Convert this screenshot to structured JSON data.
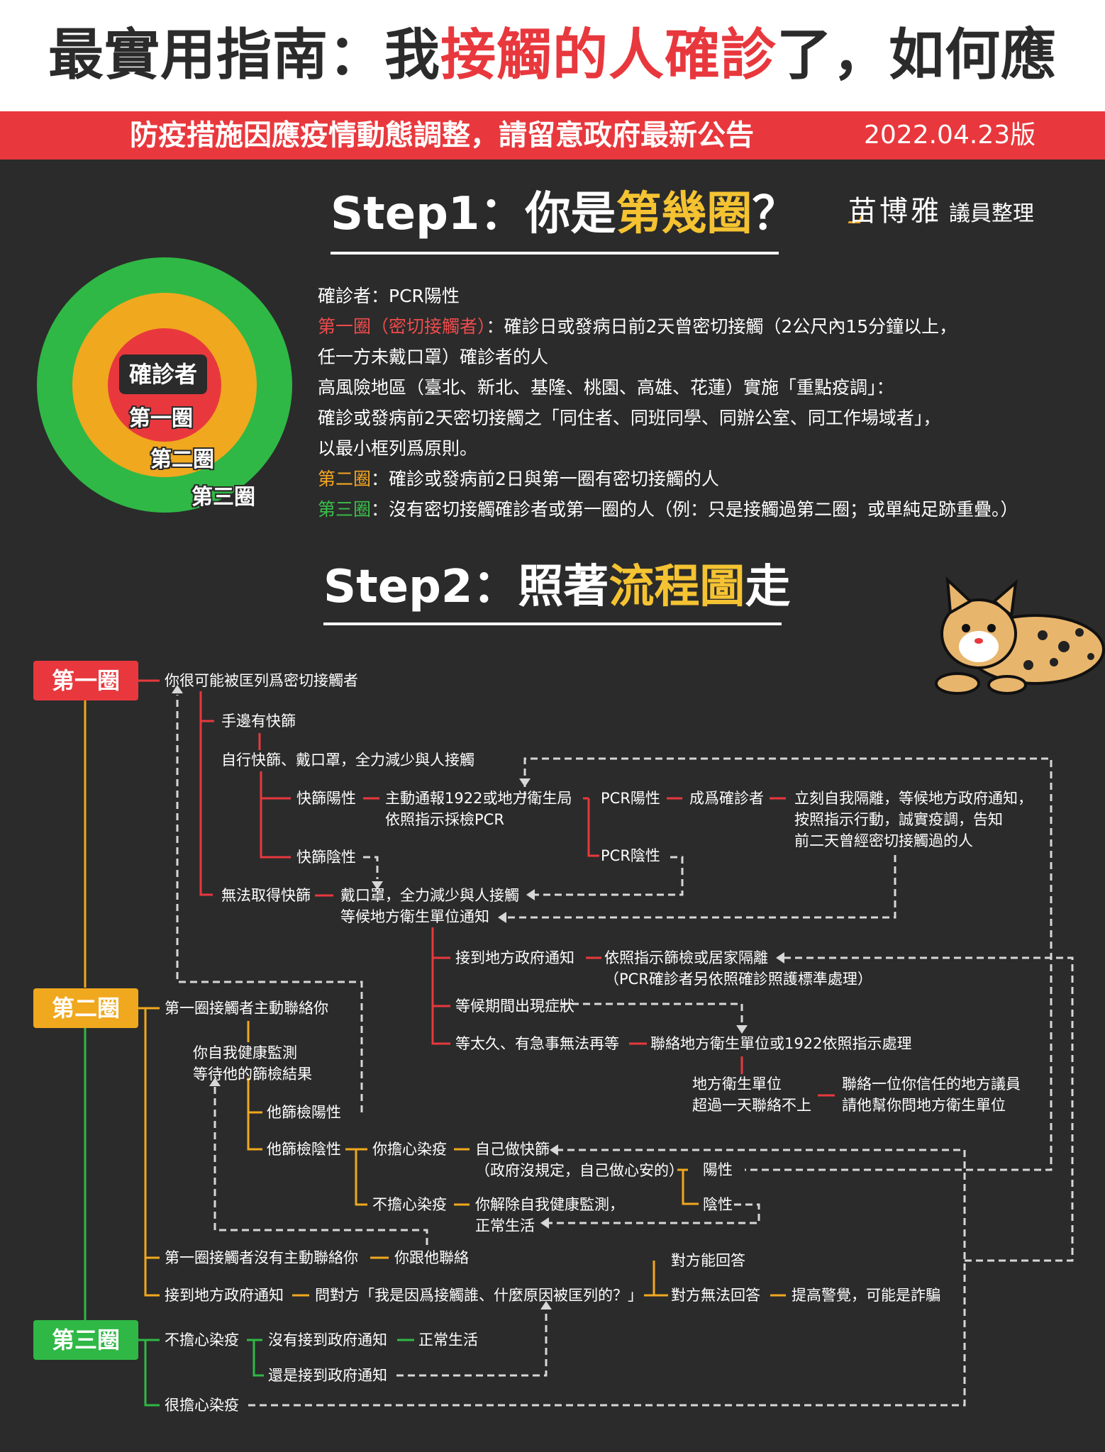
{
  "header": {
    "title_part1": "最實用指南：我",
    "title_highlight": "接觸的人確診",
    "title_part2": "了，如何應變？"
  },
  "banner": {
    "text": "防疫措施因應疫情動態調整，請留意政府最新公告",
    "version": "2022.04.23版"
  },
  "step1": {
    "prefix": "Step1：你是",
    "highlight": "第幾圈",
    "suffix": "？",
    "curator_name": "苗博雅",
    "curator_role": "議員整理"
  },
  "rings": {
    "center": "確診者",
    "ring1": "第一圈",
    "ring2": "第二圈",
    "ring3": "第三圈",
    "colors": {
      "center": "#e8383d",
      "ring1": "#e8383d",
      "ring2": "#f0a81e",
      "ring3": "#2fb845"
    }
  },
  "definitions": {
    "line1": "確診者：PCR陽性",
    "line2_label": "第一圈（密切接觸者）",
    "line2_text": "：確診日或發病日前2天曾密切接觸（2公尺內15分鐘以上，",
    "line3": "任一方未戴口罩）確診者的人",
    "line4": "高風險地區（臺北、新北、基隆、桃園、高雄、花蓮）實施「重點疫調」：",
    "line5": "確診或發病前2天密切接觸之「同住者、同班同學、同辦公室、同工作場域者」，",
    "line6": "以最小框列爲原則。",
    "line7_label": "第二圈",
    "line7_text": "：確診或發病前2日與第一圈有密切接觸的人",
    "line8_label": "第三圈",
    "line8_text": "：沒有密切接觸確診者或第一圈的人（例：只是接觸過第二圈；或單純足跡重疊。）"
  },
  "step2": {
    "prefix": "Step2：照著",
    "highlight": "流程圖",
    "suffix": "走"
  },
  "flow": {
    "tag1": "第一圈",
    "tag2": "第二圈",
    "tag3": "第三圈",
    "tag_colors": {
      "tag1": "#e8383d",
      "tag2": "#f0a81e",
      "tag3": "#2fb845"
    },
    "c1_likely": "你很可能被匡列爲密切接觸者",
    "c1_has_test": "手邊有快篩",
    "c1_self_test": "自行快篩、戴口罩，全力減少與人接觸",
    "c1_rapid_pos": "快篩陽性",
    "c1_report_1": "主動通報1922或地方衛生局",
    "c1_report_2": "依照指示採檢PCR",
    "c1_pcr_pos": "PCR陽性",
    "c1_become_case": "成爲確診者",
    "c1_isolate_1": "立刻自我隔離，等候地方政府通知，",
    "c1_isolate_2": "按照指示行動，誠實疫調，告知",
    "c1_isolate_3": "前二天曾經密切接觸過的人",
    "c1_pcr_neg": "PCR陰性",
    "c1_rapid_neg": "快篩陰性",
    "c1_no_test": "無法取得快篩",
    "c1_mask_1": "戴口罩，全力減少與人接觸",
    "c1_mask_2": "等候地方衛生單位通知",
    "c1_gov_notice": "接到地方政府通知",
    "c1_follow_1": "依照指示篩檢或居家隔離",
    "c1_follow_2": "（PCR確診者另依照確診照護標準處理）",
    "c1_symptoms": "等候期間出現症狀",
    "c1_waited": "等太久、有急事無法再等",
    "c1_contact_unit": "聯絡地方衛生單位或1922依照指示處理",
    "c1_unit_late_1": "地方衛生單位",
    "c1_unit_late_2": "超過一天聯絡不上",
    "c1_councilor_1": "聯絡一位你信任的地方議員",
    "c1_councilor_2": "請他幫你問地方衛生單位",
    "c2_contacted": "第一圈接觸者主動聯絡你",
    "c2_monitor_1": "你自我健康監測",
    "c2_monitor_2": "等待他的篩檢結果",
    "c2_their_pos": "他篩檢陽性",
    "c2_their_neg": "他篩檢陰性",
    "c2_worried": "你擔心染疫",
    "c2_self_test_1": "自己做快篩",
    "c2_self_test_2": "（政府沒規定，自己做心安的）",
    "c2_pos": "陽性",
    "c2_neg": "陰性",
    "c2_not_worried": "不擔心染疫",
    "c2_release_1": "你解除自我健康監測，",
    "c2_release_2": "正常生活",
    "c2_not_contacted": "第一圈接觸者沒有主動聯絡你",
    "c2_contact_them": "你跟他聯絡",
    "c2_gov_notice": "接到地方政府通知",
    "c2_ask": "問對方「我是因爲接觸誰、什麼原因被匡列的？」",
    "c2_can_answer": "對方能回答",
    "c2_cannot_answer": "對方無法回答",
    "c2_alert": "提高警覺，可能是詐騙",
    "c3_not_worried": "不擔心染疫",
    "c3_no_notice": "沒有接到政府通知",
    "c3_normal": "正常生活",
    "c3_got_notice": "還是接到政府通知",
    "c3_very_worried": "很擔心染疫"
  }
}
